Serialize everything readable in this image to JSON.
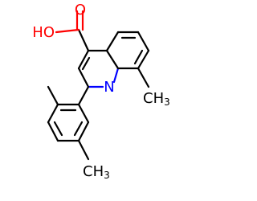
{
  "molecule": {
    "atoms": {
      "o_carbonyl": {
        "text": "O",
        "color": "#ff0000"
      },
      "hydroxyl": {
        "text": "HO",
        "color": "#ff0000"
      },
      "nitrogen": {
        "text": "N",
        "color": "#0000ff"
      },
      "methyl_c8": {
        "text": "CH",
        "sub": "3",
        "color": "#000000"
      },
      "methyl_aryl": {
        "text": "CH",
        "sub": "3",
        "color": "#000000"
      }
    }
  }
}
